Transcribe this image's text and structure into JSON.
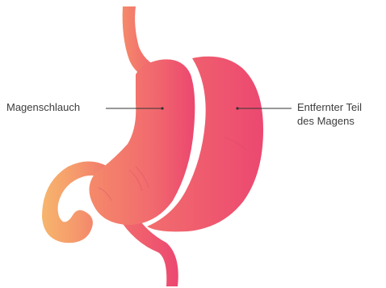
{
  "diagram": {
    "labels": {
      "sleeve": "Magenschlauch",
      "removed_line1": "Entfernter Teil",
      "removed_line2": "des Magens"
    },
    "colors": {
      "stomach_light": "#f6a56e",
      "stomach_mid": "#f5746d",
      "stomach_deep": "#ef4b6e",
      "leader_line": "#333333",
      "text": "#3d3d3d"
    }
  }
}
